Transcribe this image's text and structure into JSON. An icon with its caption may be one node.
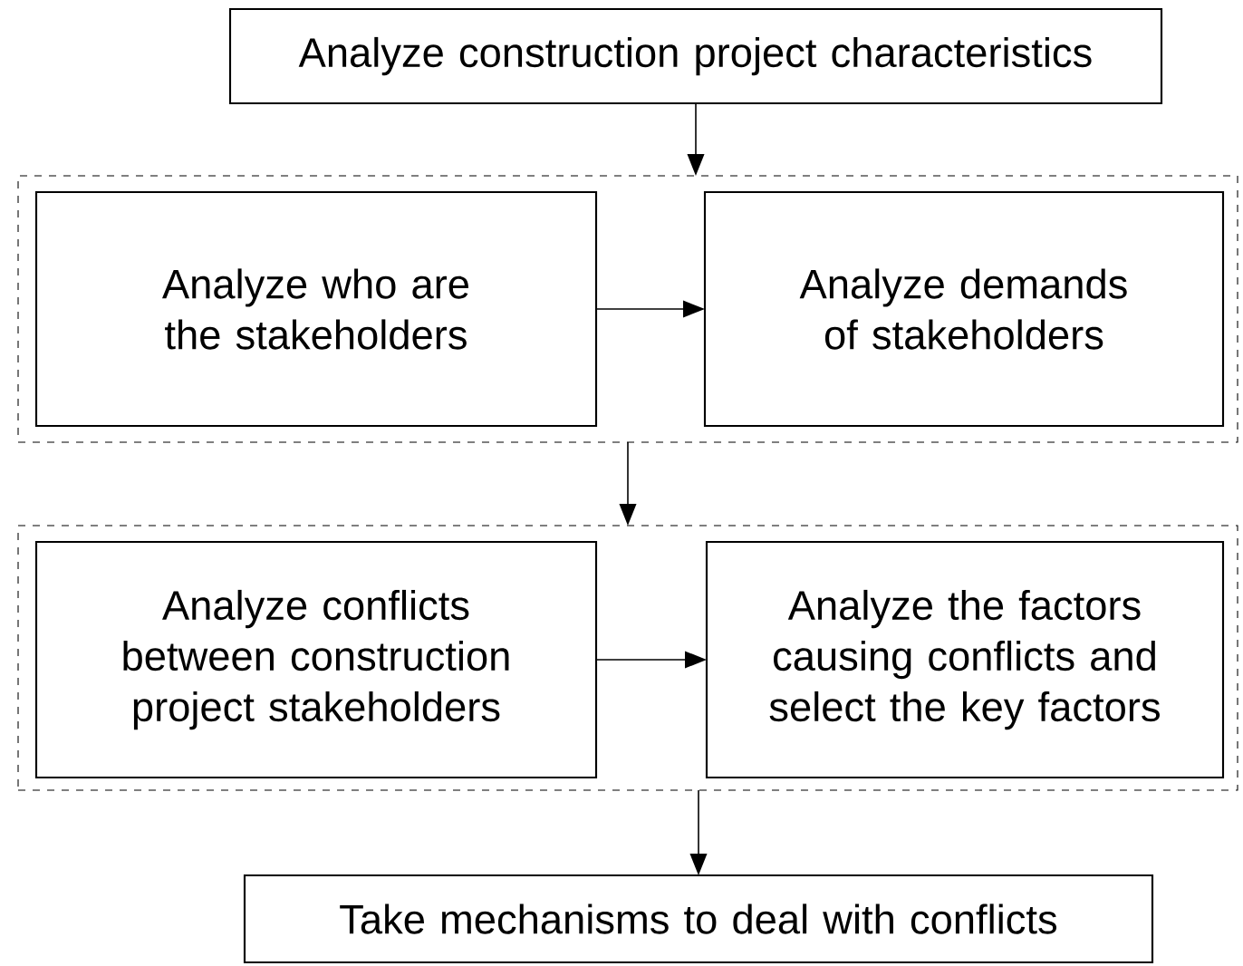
{
  "diagram": {
    "nodes": [
      {
        "text": [
          "Analyze construction project characteristics"
        ]
      },
      {
        "text": [],
        "shape": "box"
      },
      {
        "text": [
          "Analyze who are the stakeholders"
        ],
        "in": 1
      },
      {
        "text": [
          "Analyze demands of stakeholders"
        ],
        "in": 1
      },
      {
        "text": [],
        "shape": "box"
      },
      {
        "text": [
          "Analyze conflicts between construction project stakeholders"
        ],
        "in": 4
      },
      {
        "text": [
          "Analyze the factors causing conflicts and select the key factors"
        ],
        "in": 4
      },
      {
        "text": [
          "Take mechanisms to deal with conflicts"
        ]
      }
    ],
    "edges": [
      {
        "from": 0,
        "to": 1,
        "arrow": "to"
      },
      {
        "from": 2,
        "to": 3,
        "arrow": "to"
      },
      {
        "from": 1,
        "to": 4,
        "arrow": "to"
      },
      {
        "from": 5,
        "to": 6,
        "arrow": "to"
      },
      {
        "from": 4,
        "to": 7,
        "arrow": "to"
      }
    ]
  }
}
